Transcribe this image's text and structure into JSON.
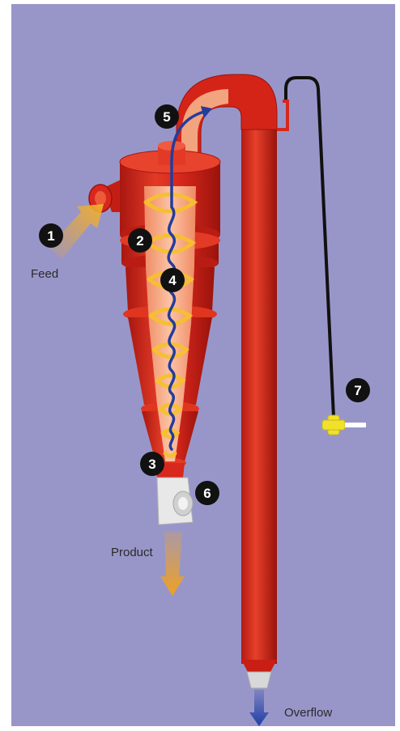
{
  "labels": {
    "feed": "Feed",
    "product": "Product",
    "overflow": "Overflow"
  },
  "markers": [
    "1",
    "2",
    "3",
    "4",
    "5",
    "6",
    "7"
  ],
  "colors": {
    "background": "#9896c9",
    "body_red": "#d8271c",
    "body_red_dark": "#a81710",
    "body_red_light": "#ea4a35",
    "core_glow": "#f6a07a",
    "spiral_yellow": "#f6c02f",
    "vortex_blue": "#243c9c",
    "marker_fill": "#111111",
    "sensor_yellow": "#f1e12a",
    "cable": "#111111",
    "arrow_orange": "#e9a235",
    "arrow_blue": "#1f3fa6"
  }
}
